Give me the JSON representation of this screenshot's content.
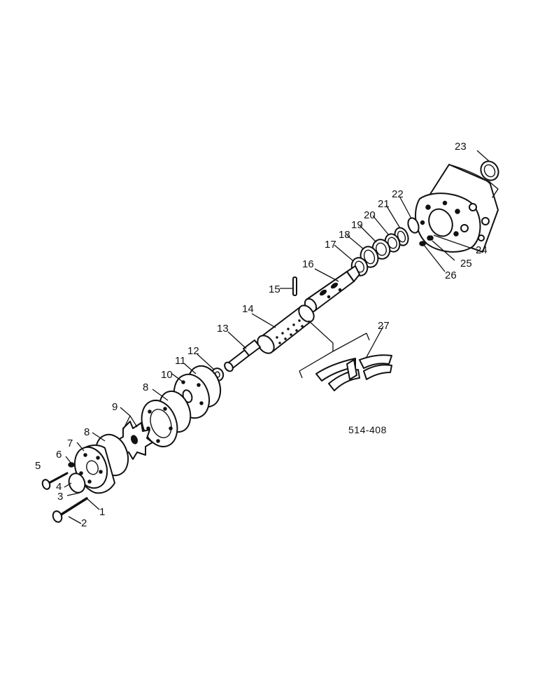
{
  "figure_code": "514-408",
  "callouts": {
    "c1": "1",
    "c2": "2",
    "c3": "3",
    "c4": "4",
    "c5": "5",
    "c6": "6",
    "c7": "7",
    "c8a": "8",
    "c8b": "8",
    "c9": "9",
    "c10": "10",
    "c11": "11",
    "c12": "12",
    "c13": "13",
    "c14": "14",
    "c15": "15",
    "c16": "16",
    "c17": "17",
    "c18": "18",
    "c19": "19",
    "c20": "20",
    "c21": "21",
    "c22": "22",
    "c23": "23",
    "c24": "24",
    "c25": "25",
    "c26": "26",
    "c27": "27"
  }
}
